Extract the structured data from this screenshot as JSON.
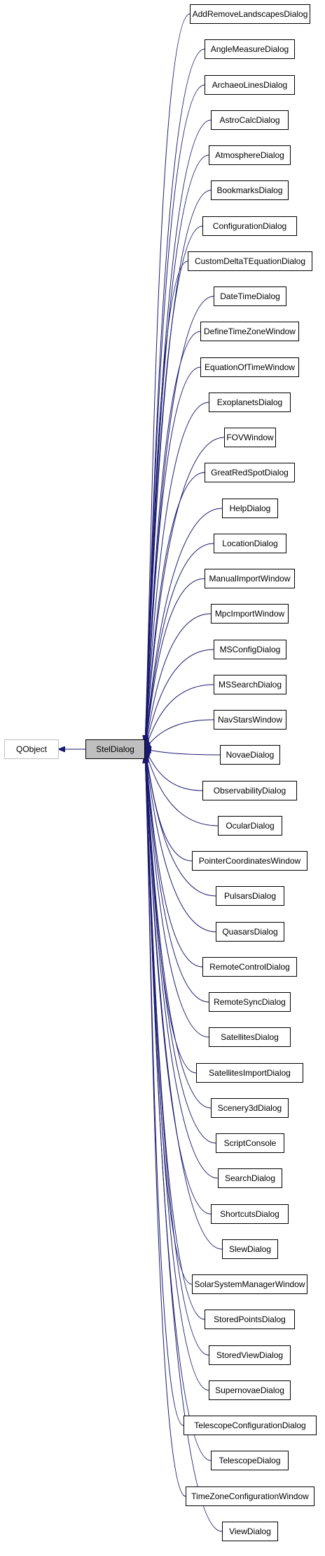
{
  "diagram": {
    "type": "inheritance-graph",
    "base_class": "QObject",
    "focus_class": "StelDialog",
    "derived_classes": [
      "AddRemoveLandscapesDialog",
      "AngleMeasureDialog",
      "ArchaeoLinesDialog",
      "AstroCalcDialog",
      "AtmosphereDialog",
      "BookmarksDialog",
      "ConfigurationDialog",
      "CustomDeltaTEquationDialog",
      "DateTimeDialog",
      "DefineTimeZoneWindow",
      "EquationOfTimeWindow",
      "ExoplanetsDialog",
      "FOVWindow",
      "GreatRedSpotDialog",
      "HelpDialog",
      "LocationDialog",
      "ManualImportWindow",
      "MpcImportWindow",
      "MSConfigDialog",
      "MSSearchDialog",
      "NavStarsWindow",
      "NovaeDialog",
      "ObservabilityDialog",
      "OcularDialog",
      "PointerCoordinatesWindow",
      "PulsarsDialog",
      "QuasarsDialog",
      "RemoteControlDialog",
      "RemoteSyncDialog",
      "SatellitesDialog",
      "SatellitesImportDialog",
      "Scenery3dDialog",
      "ScriptConsole",
      "SearchDialog",
      "ShortcutsDialog",
      "SlewDialog",
      "SolarSystemManagerWindow",
      "StoredPointsDialog",
      "StoredViewDialog",
      "SupernovaeDialog",
      "TelescopeConfigurationDialog",
      "TelescopeDialog",
      "TimeZoneConfigurationWindow",
      "ViewDialog"
    ],
    "colors": {
      "edge": "#191970",
      "node_border": "#000000",
      "base_border": "#bfbfbf",
      "focus_fill": "#bfbfbf",
      "background": "#ffffff"
    }
  }
}
